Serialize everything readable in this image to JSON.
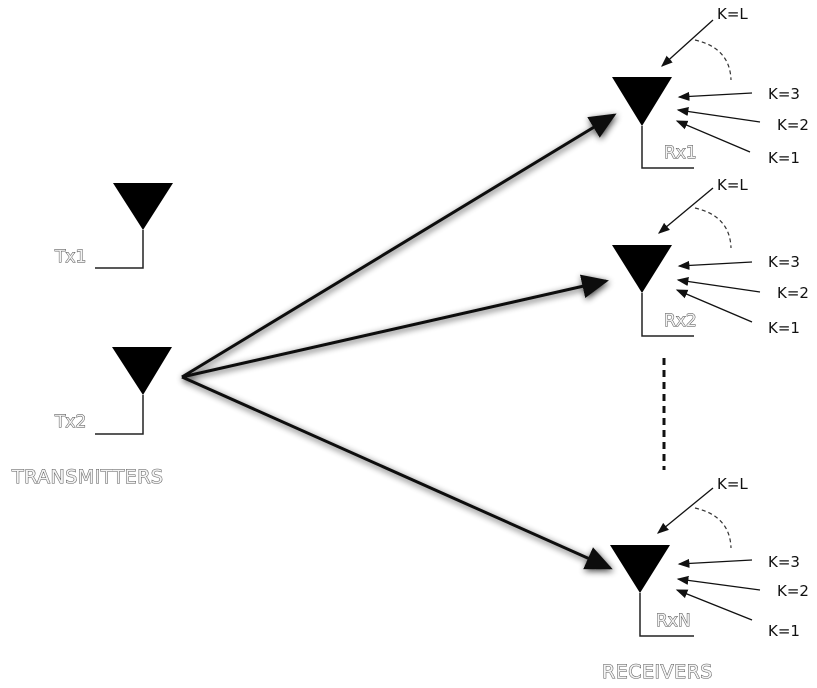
{
  "transmitters": {
    "group_label": "TRANSMITTERS",
    "antennas": [
      {
        "label": "Tx1"
      },
      {
        "label": "Tx2"
      }
    ]
  },
  "receivers": {
    "group_label": "RECEIVERS",
    "antennas": [
      {
        "label": "Rx1",
        "paths": [
          "K=L",
          "K=3",
          "K=2",
          "K=1"
        ]
      },
      {
        "label": "Rx2",
        "paths": [
          "K=L",
          "K=3",
          "K=2",
          "K=1"
        ]
      },
      {
        "label": "RxN",
        "paths": [
          "K=L",
          "K=3",
          "K=2",
          "K=1"
        ]
      }
    ]
  }
}
